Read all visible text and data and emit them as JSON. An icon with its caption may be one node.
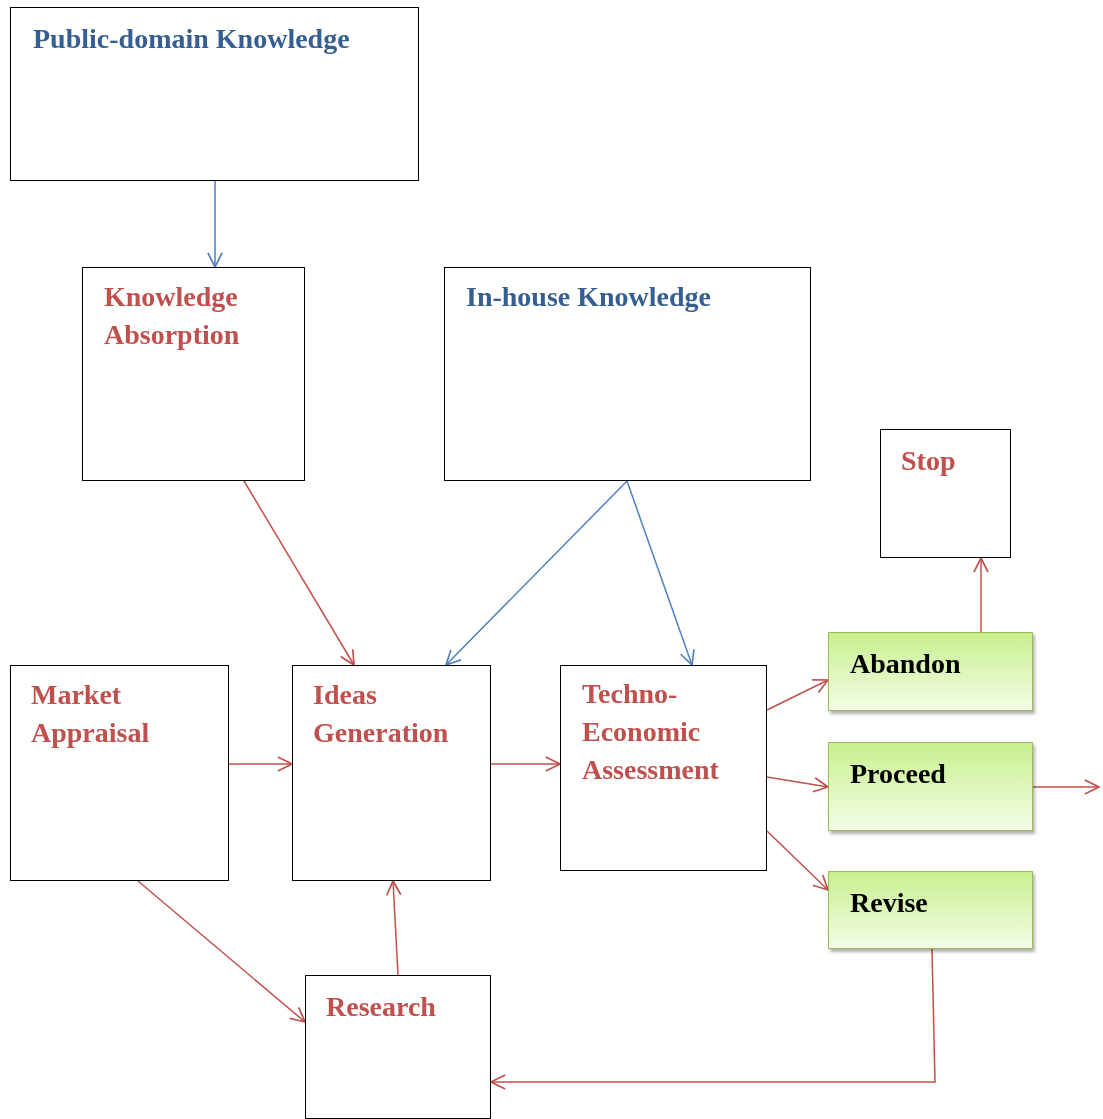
{
  "diagram": {
    "nodes": [
      {
        "text": [
          "Public-domain Knowledge"
        ]
      },
      {
        "text": [
          "Knowledge Absorption"
        ]
      },
      {
        "text": [
          "In-house Knowledge"
        ]
      },
      {
        "text": [
          "Stop"
        ]
      },
      {
        "text": [
          "Market Appraisal"
        ]
      },
      {
        "text": [
          "Ideas Generation"
        ]
      },
      {
        "text": [
          "Techno-Economic Assessment"
        ]
      },
      {
        "text": [
          "Abandon"
        ]
      },
      {
        "text": [
          "Proceed"
        ]
      },
      {
        "text": [
          "Revise"
        ]
      },
      {
        "text": [
          "Research"
        ]
      }
    ],
    "edges": [
      {
        "from": 0,
        "to": 1,
        "arrow": "to",
        "color": "#4f81bd"
      },
      {
        "from": 1,
        "to": 5,
        "arrow": "to"
      },
      {
        "from": 2,
        "to": 5,
        "arrow": "to",
        "color": "#4f81bd"
      },
      {
        "from": 2,
        "to": 6,
        "arrow": "to",
        "color": "#4f81bd"
      },
      {
        "from": 4,
        "to": 5,
        "arrow": "to"
      },
      {
        "from": 5,
        "to": 6,
        "arrow": "to"
      },
      {
        "from": 6,
        "to": 7,
        "arrow": "to"
      },
      {
        "from": 6,
        "to": 8,
        "arrow": "to"
      },
      {
        "from": 6,
        "to": 9,
        "arrow": "to"
      },
      {
        "from": 7,
        "to": 3,
        "arrow": "to"
      },
      {
        "from": 8,
        "to": null,
        "arrow": "to"
      },
      {
        "from": 4,
        "to": 10,
        "arrow": "to"
      },
      {
        "from": 10,
        "to": 5,
        "arrow": "to"
      },
      {
        "from": 9,
        "to": 10,
        "arrow": "to"
      }
    ]
  }
}
